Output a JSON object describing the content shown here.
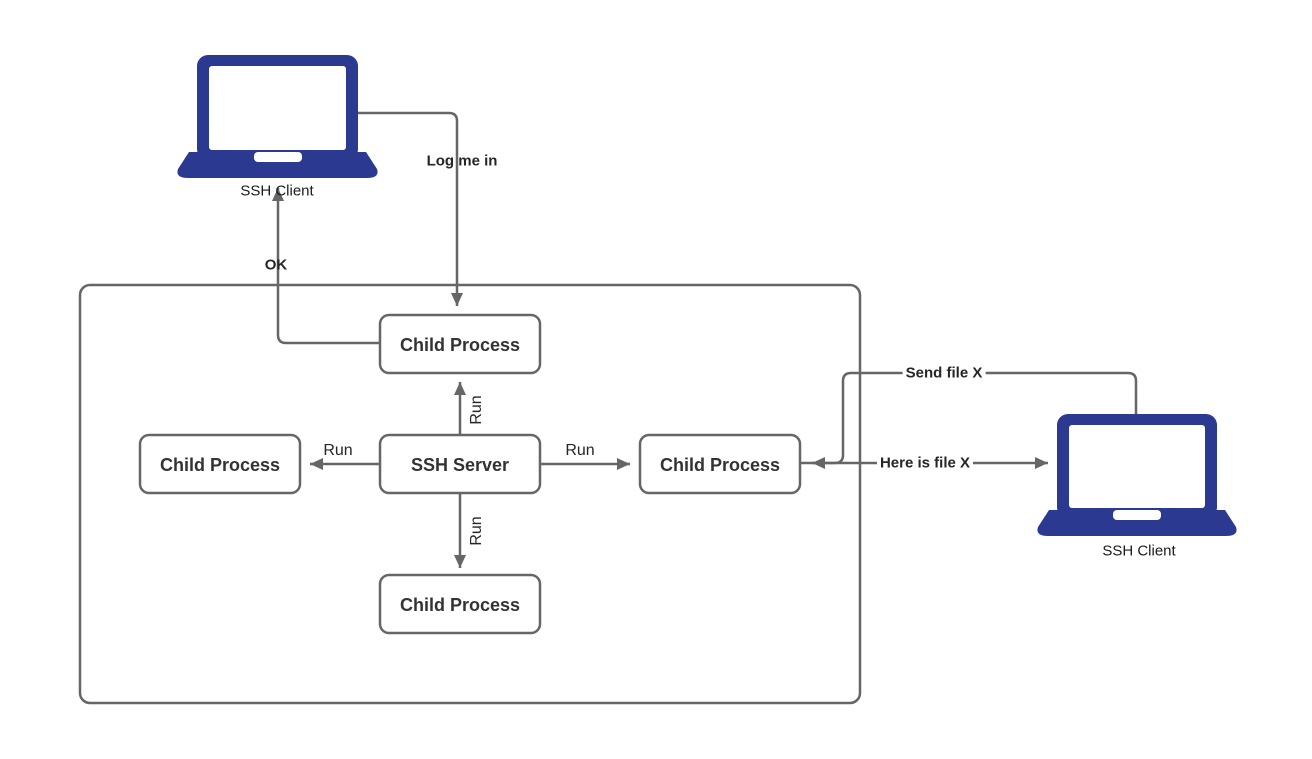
{
  "diagram": {
    "nodes": {
      "ssh_server": {
        "label": "SSH Server"
      },
      "child_top": {
        "label": "Child Process"
      },
      "child_left": {
        "label": "Child Process"
      },
      "child_right": {
        "label": "Child Process"
      },
      "child_bottom": {
        "label": "Child Process"
      }
    },
    "clients": {
      "left": {
        "label": "SSH Client"
      },
      "right": {
        "label": "SSH Client"
      }
    },
    "edges": {
      "log_me_in": {
        "label": "Log me in"
      },
      "ok": {
        "label": "OK"
      },
      "run_top": {
        "label": "Run"
      },
      "run_bottom": {
        "label": "Run"
      },
      "run_left": {
        "label": "Run"
      },
      "run_right": {
        "label": "Run"
      },
      "send_file": {
        "label": "Send file X"
      },
      "here_is_file": {
        "label": "Here is file X"
      }
    },
    "colors": {
      "line": "#666666",
      "laptop": "#2b3990",
      "node_text": "#333333",
      "background": "#ffffff"
    }
  }
}
